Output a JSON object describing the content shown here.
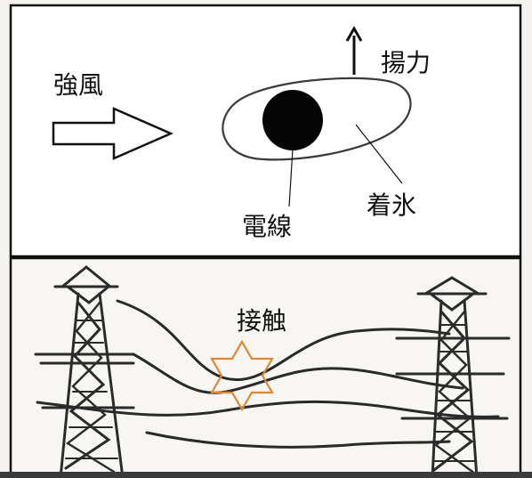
{
  "upper_panel": {
    "wind_label": "強風",
    "lift_label": "揚力",
    "ice_label": "着氷",
    "wire_label": "電線"
  },
  "lower_panel": {
    "contact_label": "接触"
  },
  "colors": {
    "ink": "#111111",
    "pencil": "#2b2b2b",
    "contact_star": "#d9883a",
    "paper": "#f4f3f0",
    "bottom_bar": "#3a3a3a"
  },
  "icons": {
    "wind": "arrow-right-outline",
    "lift": "arrow-up",
    "contact": "six-point-star"
  }
}
